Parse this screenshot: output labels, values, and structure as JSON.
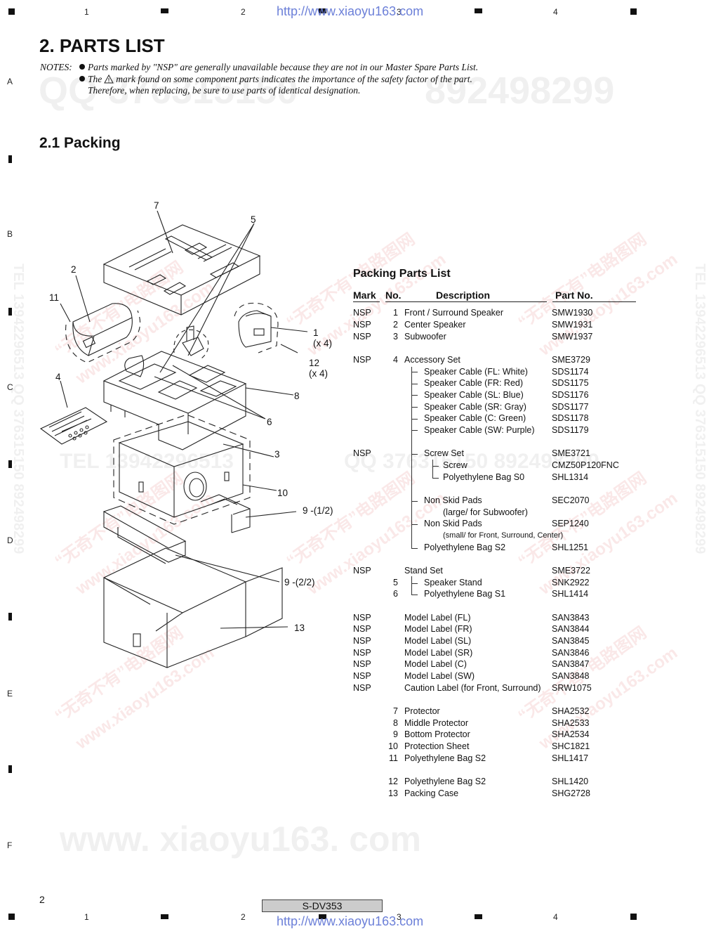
{
  "header": {
    "grid_numbers": [
      "1",
      "2",
      "3",
      "4"
    ],
    "url_top": "http://www.xiaoyu163.com"
  },
  "side_letters": [
    "A",
    "B",
    "C",
    "D",
    "E",
    "F"
  ],
  "title": "2. PARTS LIST",
  "notes": {
    "label": "NOTES:",
    "line1": "Parts marked by \"NSP\" are generally unavailable because they are not in our Master Spare Parts List.",
    "line2a": "The",
    "line2b": "mark found on some component parts indicates the importance of the safety factor of the part.",
    "line3": "Therefore, when replacing, be sure to use parts of identical designation."
  },
  "section": "2.1 Packing",
  "watermarks": {
    "qq1": "QQ 376315150",
    "qq2": "892498299",
    "tel": "TEL 13942296513",
    "www": "www. xiaoyu163. com",
    "cn1": "“无奇不有”电路图网",
    "cn2": "www.xiaoyu163.com",
    "side_right": "TEL 13942296513  QQ 376315150  892498299",
    "side_left": "TEL 13942296513  QQ 376315150  892498299",
    "mid": "QQ 376315150  892498299"
  },
  "diagram_labels": {
    "c7": "7",
    "c5": "5",
    "c2": "2",
    "c11": "11",
    "c1": "1",
    "c1q": "(x 4)",
    "c12": "12",
    "c12q": "(x 4)",
    "c4": "4",
    "c8": "8",
    "c6": "6",
    "c3": "3",
    "c10": "10",
    "c9a": "9 -(1/2)",
    "c9b": "9 -(2/2)",
    "c13": "13"
  },
  "parts_list": {
    "title": "Packing Parts List",
    "headers": {
      "mark": "Mark",
      "no": "No.",
      "description": "Description",
      "part_no": "Part No."
    },
    "rows": [
      {
        "mark": "NSP",
        "no": "1",
        "desc": "Front / Surround Speaker",
        "part": "SMW1930"
      },
      {
        "mark": "NSP",
        "no": "2",
        "desc": "Center Speaker",
        "part": "SMW1931"
      },
      {
        "mark": "NSP",
        "no": "3",
        "desc": "Subwoofer",
        "part": "SMW1937"
      },
      {
        "mark": "NSP",
        "no": "4",
        "desc": "Accessory Set",
        "part": "SME3729"
      },
      {
        "mark": "",
        "no": "",
        "desc": "Speaker Cable (FL: White)",
        "part": "SDS1174"
      },
      {
        "mark": "",
        "no": "",
        "desc": "Speaker Cable (FR: Red)",
        "part": "SDS1175"
      },
      {
        "mark": "",
        "no": "",
        "desc": "Speaker Cable (SL: Blue)",
        "part": "SDS1176"
      },
      {
        "mark": "",
        "no": "",
        "desc": "Speaker Cable (SR: Gray)",
        "part": "SDS1177"
      },
      {
        "mark": "",
        "no": "",
        "desc": "Speaker Cable (C: Green)",
        "part": "SDS1178"
      },
      {
        "mark": "",
        "no": "",
        "desc": "Speaker Cable (SW: Purple)",
        "part": "SDS1179"
      },
      {
        "mark": "NSP",
        "no": "",
        "desc": "Screw Set",
        "part": "SME3721"
      },
      {
        "mark": "",
        "no": "",
        "desc": "Screw",
        "part": "CMZ50P120FNC"
      },
      {
        "mark": "",
        "no": "",
        "desc": "Polyethylene Bag S0",
        "part": "SHL1314"
      },
      {
        "mark": "",
        "no": "",
        "desc": "Non Skid Pads",
        "part": "SEC2070"
      },
      {
        "mark": "",
        "no": "",
        "desc": "(large/ for Subwoofer)",
        "part": ""
      },
      {
        "mark": "",
        "no": "",
        "desc": "Non Skid Pads",
        "part": "SEP1240"
      },
      {
        "mark": "",
        "no": "",
        "desc": "(small/ for Front, Surround, Center)",
        "part": ""
      },
      {
        "mark": "",
        "no": "",
        "desc": "Polyethylene Bag S2",
        "part": "SHL1251"
      },
      {
        "mark": "NSP",
        "no": "",
        "desc": "Stand Set",
        "part": "SME3722"
      },
      {
        "mark": "",
        "no": "5",
        "desc": "Speaker Stand",
        "part": "SNK2922"
      },
      {
        "mark": "",
        "no": "6",
        "desc": "Polyethylene Bag S1",
        "part": "SHL1414"
      },
      {
        "mark": "NSP",
        "no": "",
        "desc": "Model Label (FL)",
        "part": "SAN3843"
      },
      {
        "mark": "NSP",
        "no": "",
        "desc": "Model Label (FR)",
        "part": "SAN3844"
      },
      {
        "mark": "NSP",
        "no": "",
        "desc": "Model Label (SL)",
        "part": "SAN3845"
      },
      {
        "mark": "NSP",
        "no": "",
        "desc": "Model Label (SR)",
        "part": "SAN3846"
      },
      {
        "mark": "NSP",
        "no": "",
        "desc": "Model Label (C)",
        "part": "SAN3847"
      },
      {
        "mark": "NSP",
        "no": "",
        "desc": "Model Label (SW)",
        "part": "SAN3848"
      },
      {
        "mark": "NSP",
        "no": "",
        "desc": "Caution Label (for Front, Surround)",
        "part": "SRW1075"
      },
      {
        "mark": "",
        "no": "7",
        "desc": "Protector",
        "part": "SHA2532"
      },
      {
        "mark": "",
        "no": "8",
        "desc": "Middle Protector",
        "part": "SHA2533"
      },
      {
        "mark": "",
        "no": "9",
        "desc": "Bottom Protector",
        "part": "SHA2534"
      },
      {
        "mark": "",
        "no": "10",
        "desc": "Protection Sheet",
        "part": "SHC1821"
      },
      {
        "mark": "",
        "no": "11",
        "desc": "Polyethylene Bag S2",
        "part": "SHL1417"
      },
      {
        "mark": "",
        "no": "12",
        "desc": "Polyethylene Bag S2",
        "part": "SHL1420"
      },
      {
        "mark": "",
        "no": "13",
        "desc": "Packing Case",
        "part": "SHG2728"
      }
    ]
  },
  "footer": {
    "page_number": "2",
    "model": "S-DV353",
    "url_bottom": "http://www.xiaoyu163.com"
  }
}
